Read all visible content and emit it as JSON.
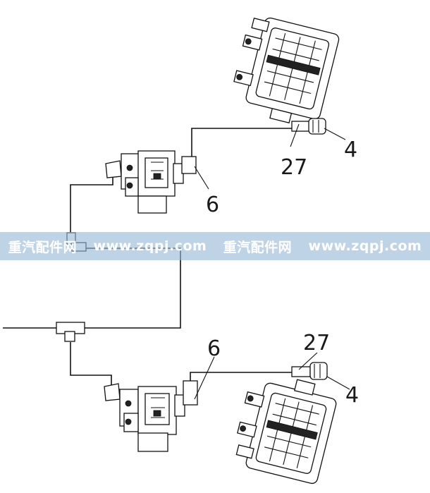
{
  "callouts": {
    "top_27": "27",
    "top_4": "4",
    "top_6": "6",
    "bottom_6": "6",
    "bottom_27": "27",
    "bottom_4": "4"
  },
  "watermark": {
    "left_brand": "重汽配件网",
    "left_url": "www.zqpj.com",
    "right_brand": "重汽配件网",
    "right_url": "www.zqpj.com"
  }
}
